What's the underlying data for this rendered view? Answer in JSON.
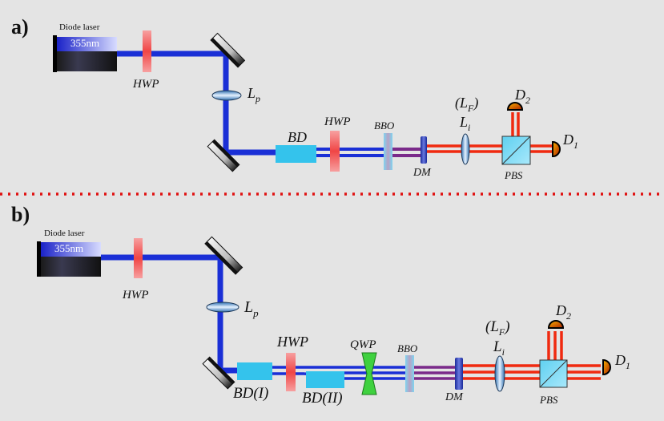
{
  "panel_a": {
    "label": "a)",
    "laser_title": "Diode laser",
    "laser_wavelength": "355nm",
    "hwp1": "HWP",
    "lens_p": "L",
    "lens_p_sub": "p",
    "bd": "BD",
    "hwp2": "HWP",
    "bbo": "BBO",
    "dm": "DM",
    "lf_open": "(L",
    "lf_sub": "F",
    "lf_close": ")",
    "li": "L",
    "li_sub": "i",
    "d2": "D",
    "d2_sub": "2",
    "d1": "D",
    "d1_sub": "1",
    "pbs": "PBS"
  },
  "panel_b": {
    "label": "b)",
    "laser_title": "Diode laser",
    "laser_wavelength": "355nm",
    "hwp1": "HWP",
    "lens_p": "L",
    "lens_p_sub": "p",
    "bd1": "BD(I)",
    "hwp2": "HWP",
    "bd2": "BD(II)",
    "qwp": "QWP",
    "bbo": "BBO",
    "dm": "DM",
    "lf_open": "(L",
    "lf_sub": "F",
    "lf_close": ")",
    "li": "L",
    "li_sub": "i",
    "d2": "D",
    "d2_sub": "2",
    "d1": "D",
    "d1_sub": "1",
    "pbs": "PBS"
  },
  "colors": {
    "background": "#e4e4e4",
    "pump_beam": "#1a2fd6",
    "photon_beam": "#f02a10",
    "separator": "#e01010",
    "hwp": "#f05a5a",
    "qwp": "#3fd13f",
    "beam_displacer": "#34c3ec"
  }
}
